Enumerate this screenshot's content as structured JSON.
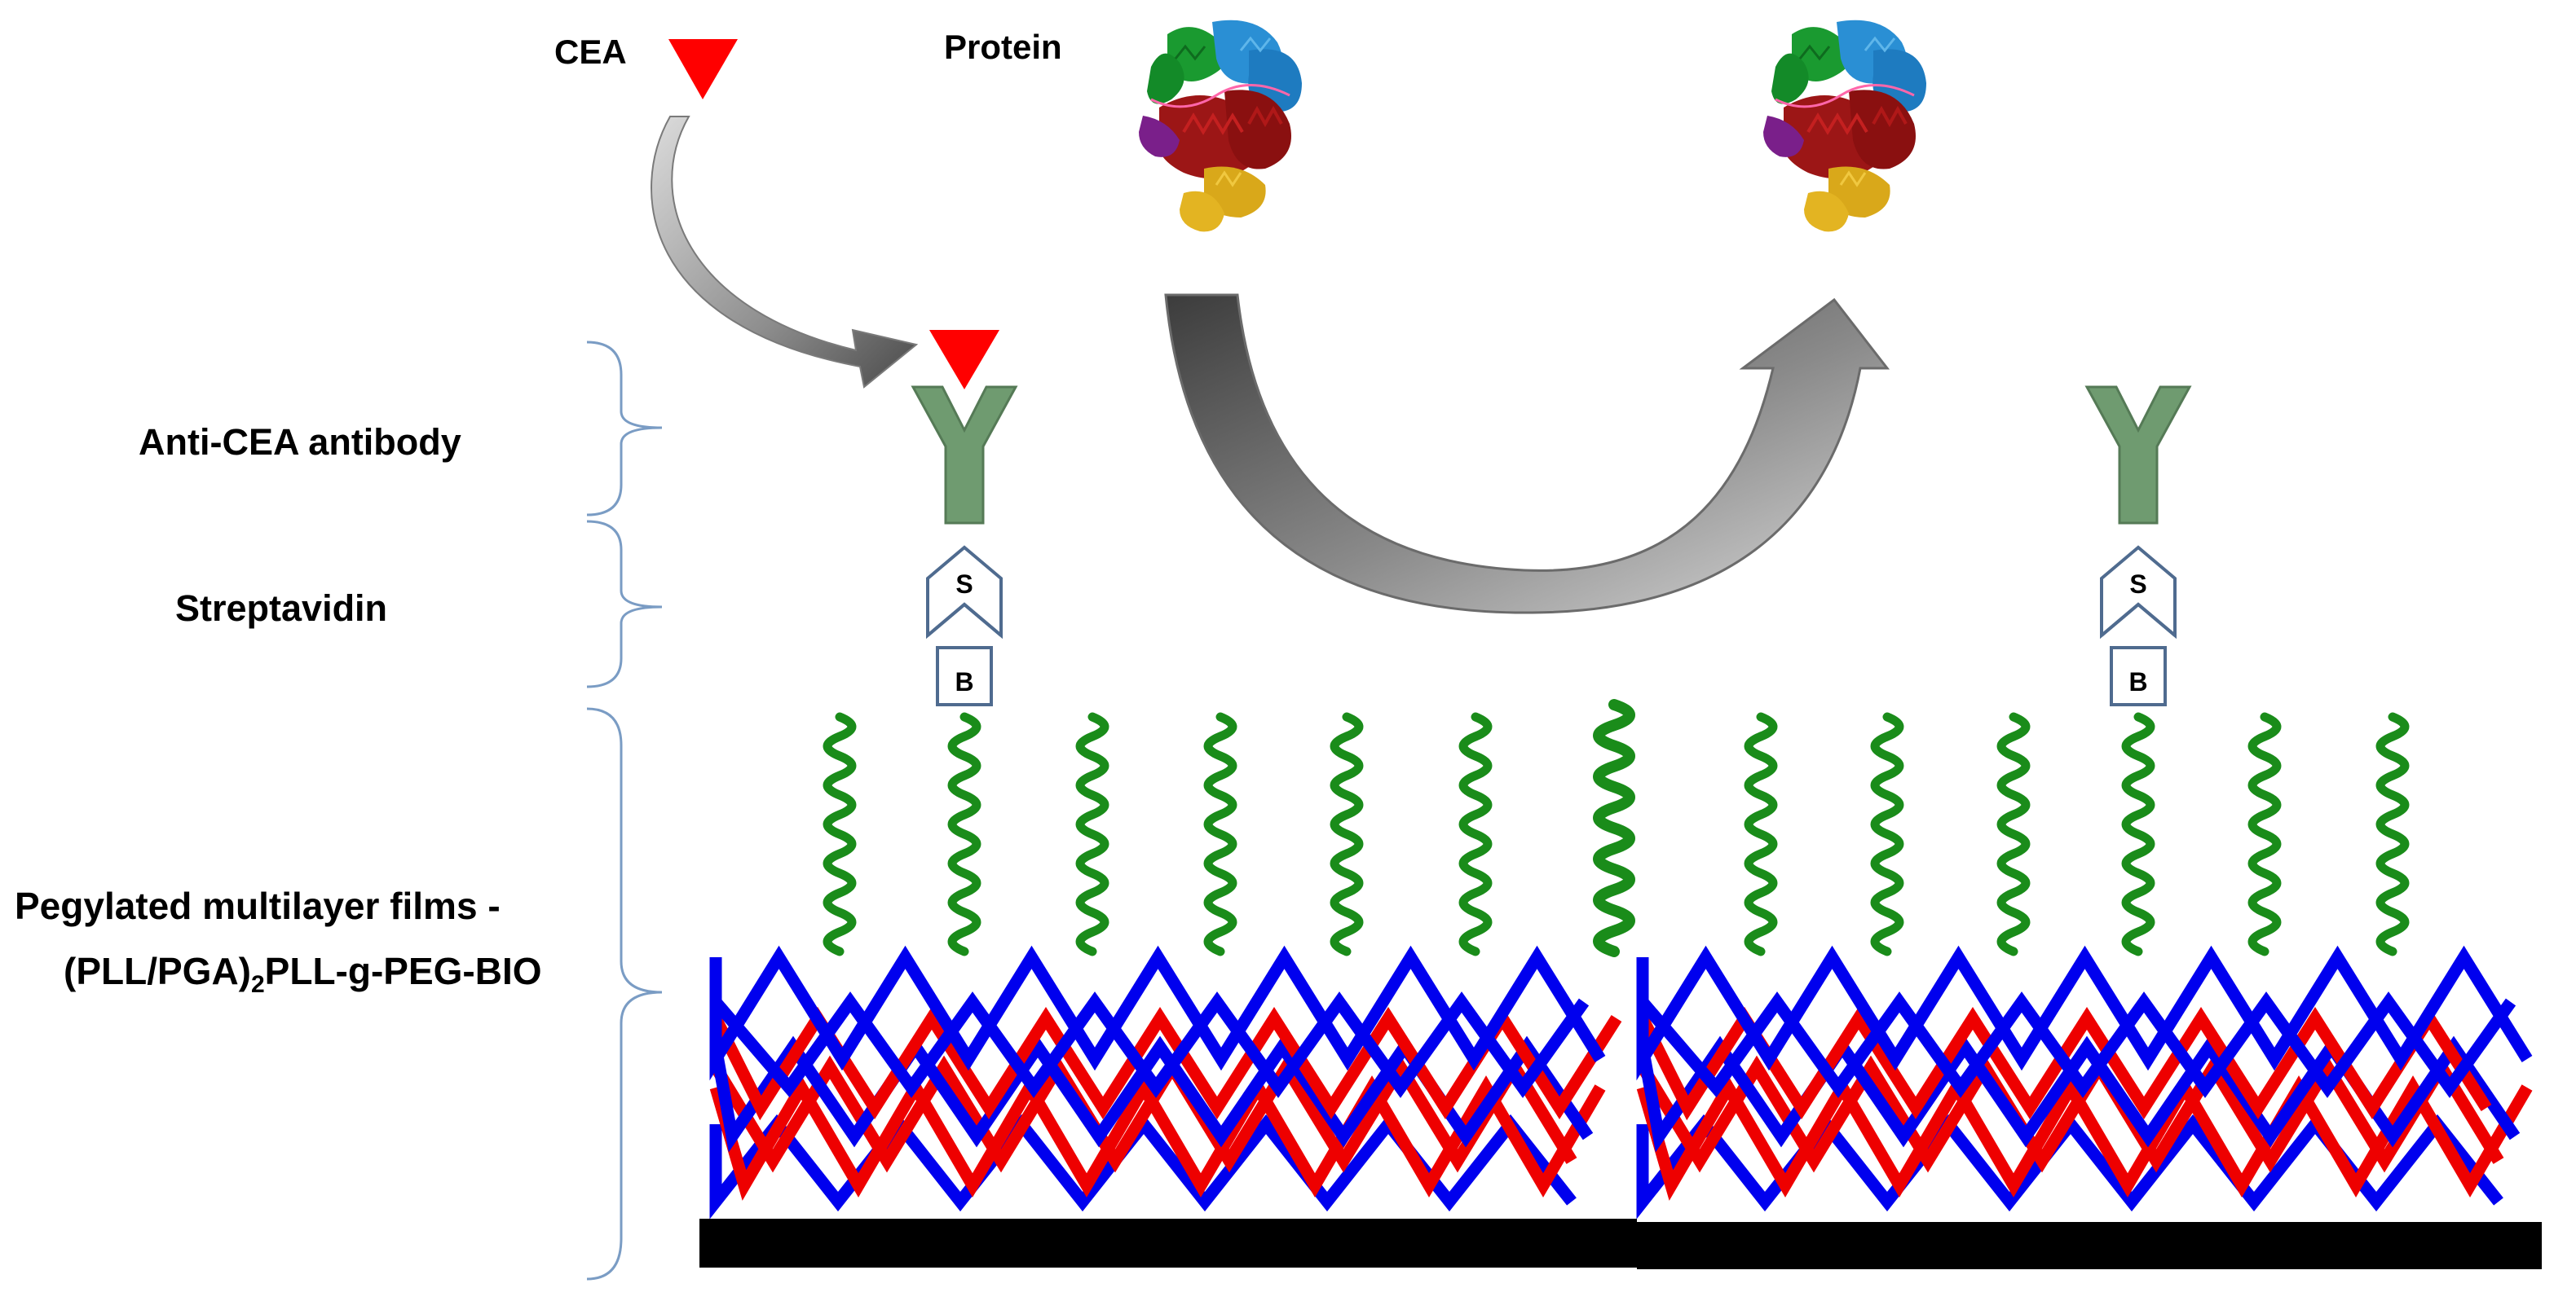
{
  "labels": {
    "cea": "CEA",
    "protein": "Protein",
    "antibody": "Anti-CEA antibody",
    "streptavidin": "Streptavidin",
    "films_line1": "Pegylated multilayer films -",
    "films_line2_prefix": "(PLL/PGA)",
    "films_line2_sub": "2",
    "films_line2_suffix": "PLL-g-PEG-BIO"
  },
  "markers": {
    "streptavidin": "S",
    "biotin": "B"
  },
  "colors": {
    "antigen": "#ff0000",
    "antibody": "#6f9b70",
    "antibody_stroke": "#557a56",
    "peg": "#1a8c1a",
    "pll": "#0000ee",
    "pga": "#ee0000",
    "substrate": "#000000",
    "marker_stroke": "#4f6b8f",
    "arrow_light": "#d2d2d2",
    "arrow_dark": "#555555",
    "brace": "#7a9cc4"
  },
  "icons": [
    "cea-antigen-icon",
    "protein-structure-icon",
    "antibody-icon",
    "streptavidin-icon",
    "biotin-icon",
    "peg-chain-icon"
  ]
}
